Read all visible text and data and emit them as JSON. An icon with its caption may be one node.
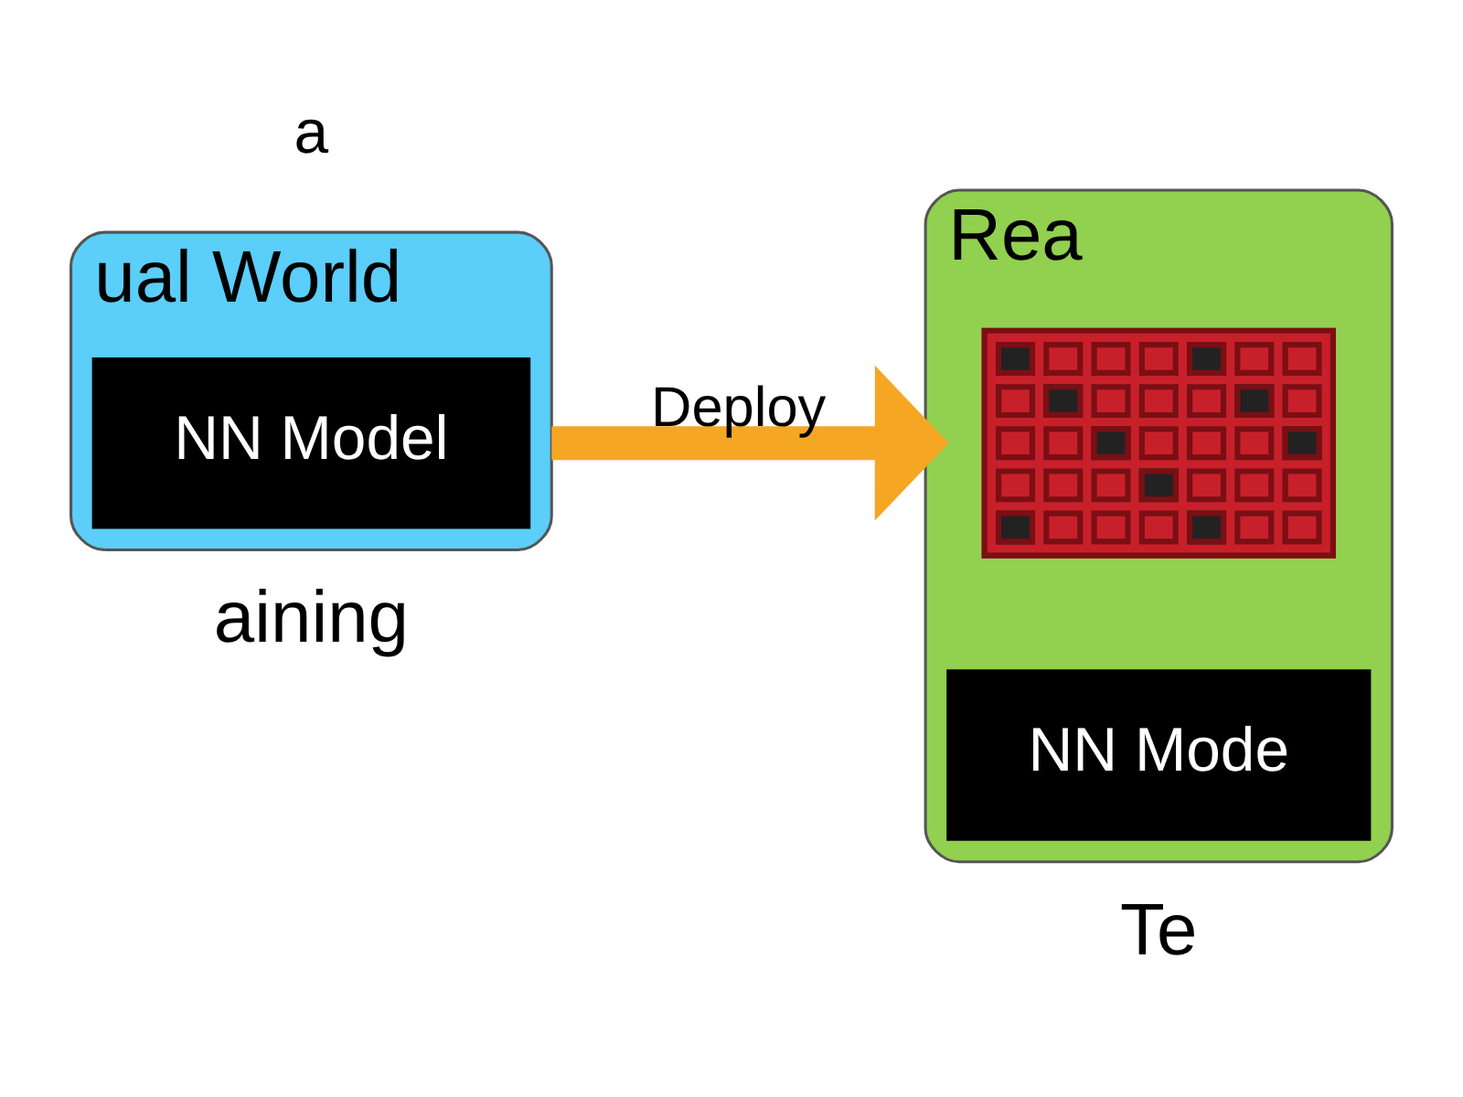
{
  "diagram": {
    "nodes": [
      {
        "text": [
          "ual World"
        ],
        "beside": [
          "aining"
        ]
      },
      {
        "text": [
          "NN Model"
        ],
        "in": 0
      },
      {
        "text": [
          "Rea"
        ],
        "beside": [
          "Te"
        ]
      },
      {
        "text": [],
        "shape": "picture",
        "in": 2
      },
      {
        "text": [
          "NN Mode"
        ],
        "in": 2
      }
    ],
    "edges": [
      {
        "from": 0,
        "to": 2,
        "arrow": "to",
        "label": "Deploy"
      }
    ],
    "labels": [
      "a"
    ]
  }
}
